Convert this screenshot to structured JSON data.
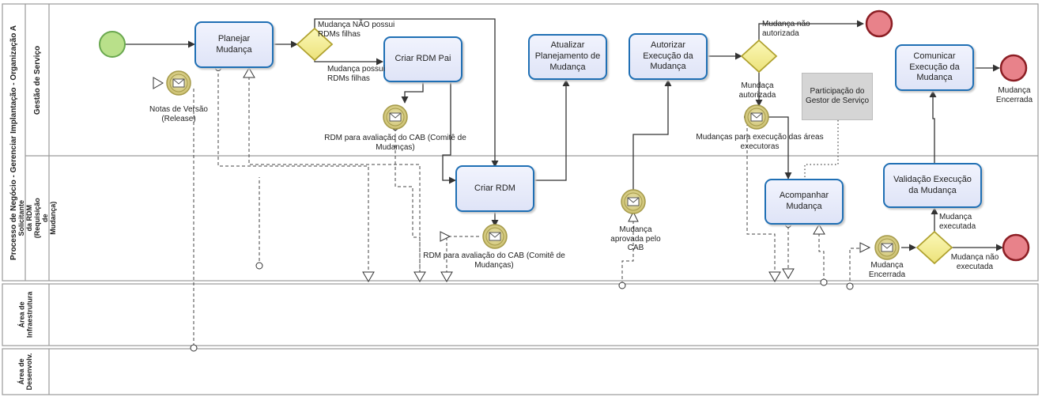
{
  "pool": {
    "title": "Processo de Negócio - Gerenciar Implantação - Organização A"
  },
  "lanes": {
    "gestao": "Gestão de Serviço",
    "solicitante": "Solicitante da RDM (Requisição de Mudança)",
    "infra": "Área de Infraestrutura",
    "desenv": "Área de Desenvolv."
  },
  "tasks": {
    "planejar": "Planejar Mudança",
    "criar_rdm_pai": "Criar RDM Pai",
    "atualizar": "Atualizar Planejamento de Mudança",
    "autorizar": "Autorizar Execução da Mudança",
    "comunicar": "Comunicar Execução da Mudança",
    "criar_rdm": "Criar RDM",
    "acompanhar": "Acompanhar Mudança",
    "validacao": "Validação Execução da Mudança"
  },
  "labels": {
    "nao_possui": "Mudança  NÃO possui RDMs filhas",
    "possui": "Mudança possui RDMs filhas",
    "notas_versao": "Notas de Versão (Release)",
    "rdm_avaliacao_1": "RDM para avaliação do CAB (Comitê de Mudanças)",
    "rdm_avaliacao_2": "RDM para avaliação do CAB (Comitê de Mudanças)",
    "nao_autorizada": "Mudança não autorizada",
    "autorizada": "Mundaça autorizada",
    "mudancas_execucao": "Mudanças para execução das áreas executoras",
    "aprovada_cab": "Mudança aprovada pelo CAB",
    "encerrada_end": "Mudança Encerrada",
    "executada": "Mudança executada",
    "nao_executada": "Mudança não executada",
    "encerrada_msg": "Mudança Encerrada"
  },
  "note": {
    "text": "Participação do Gestor de Serviço"
  },
  "colors": {
    "task_border": "#1f6fb4",
    "task_fill": "#e6e9f8",
    "start_fill": "#b9e08a",
    "end_fill": "#e8828a",
    "gateway_fill": "#f4ef8c",
    "message_fill": "#d9cf86"
  }
}
